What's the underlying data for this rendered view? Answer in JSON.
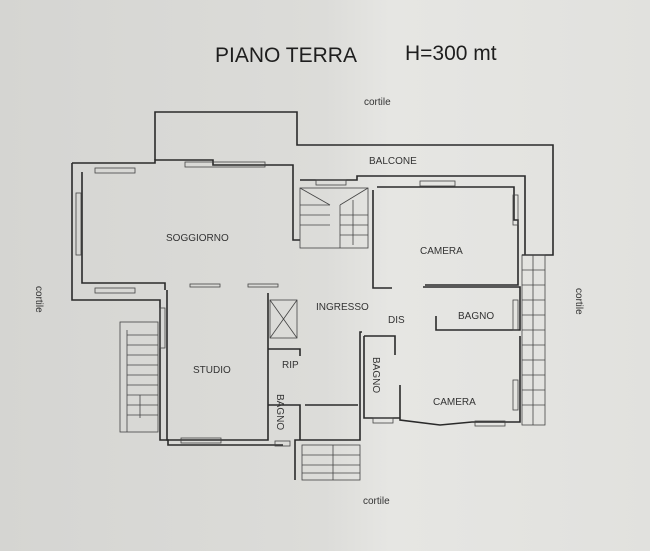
{
  "title": "PIANO TERRA",
  "height_label": "H=300 mt",
  "surroundings": {
    "top": "cortile",
    "left": "cortile",
    "right": "cortile",
    "bottom": "cortile"
  },
  "rooms": {
    "balcone": "BALCONE",
    "soggiorno": "SOGGIORNO",
    "camera_1": "CAMERA",
    "ingresso": "INGRESSO",
    "dis": "DIS",
    "bagno_1": "BAGNO",
    "bagno_2": "BAGNO",
    "camera_2": "CAMERA",
    "studio": "STUDIO",
    "rip": "RIP",
    "bagno_3": "BAGNO"
  }
}
